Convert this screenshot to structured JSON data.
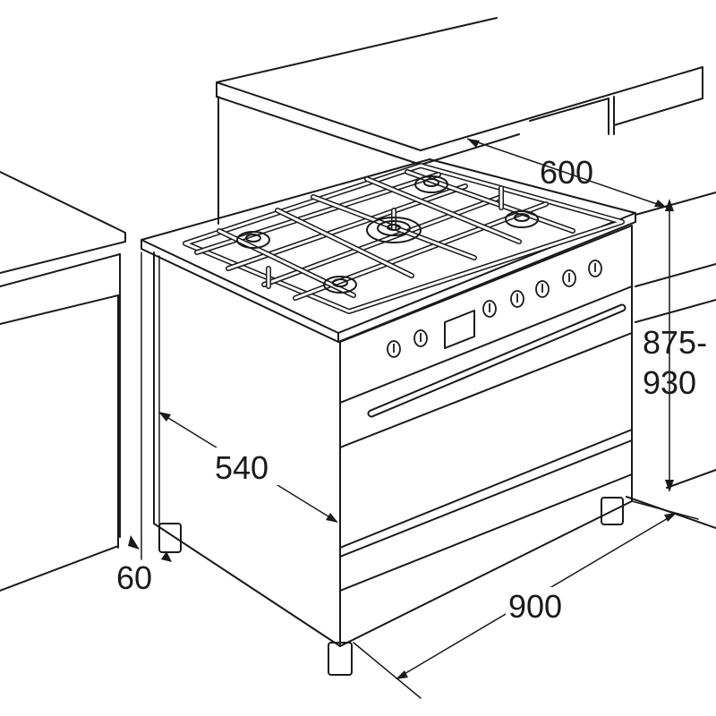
{
  "dimensions": {
    "depth": "600",
    "height_line1": "875-",
    "height_line2": "930",
    "side_depth": "540",
    "plinth": "60",
    "width": "900"
  }
}
